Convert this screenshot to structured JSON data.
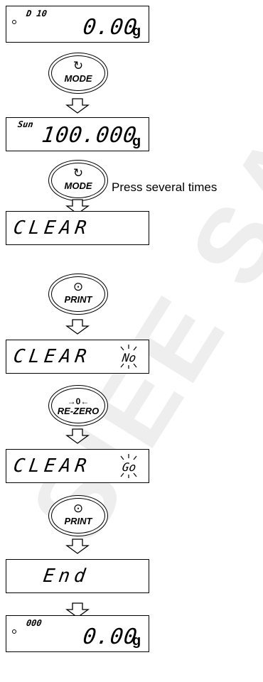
{
  "watermark": "SIEE SAS",
  "steps": [
    {
      "small": "D 10",
      "value": "0.00",
      "unit": "g"
    },
    {
      "key_label": "MODE",
      "key_glyph": "↻"
    },
    {
      "small": "Sun",
      "value": "100.000",
      "unit": "g"
    },
    {
      "key_label": "MODE",
      "key_glyph": "↻",
      "note": "Press several times"
    },
    {
      "message": "CLEAR"
    },
    {
      "key_label": "PRINT",
      "key_glyph": "⊙"
    },
    {
      "message": "CLEAR",
      "blink": "No"
    },
    {
      "key_label": "RE-ZERO",
      "key_glyph": "→0←"
    },
    {
      "message": "CLEAR",
      "blink": "Go"
    },
    {
      "key_label": "PRINT",
      "key_glyph": "⊙"
    },
    {
      "message": "End"
    },
    {
      "small": "000",
      "value": "0.00",
      "unit": "g"
    }
  ]
}
